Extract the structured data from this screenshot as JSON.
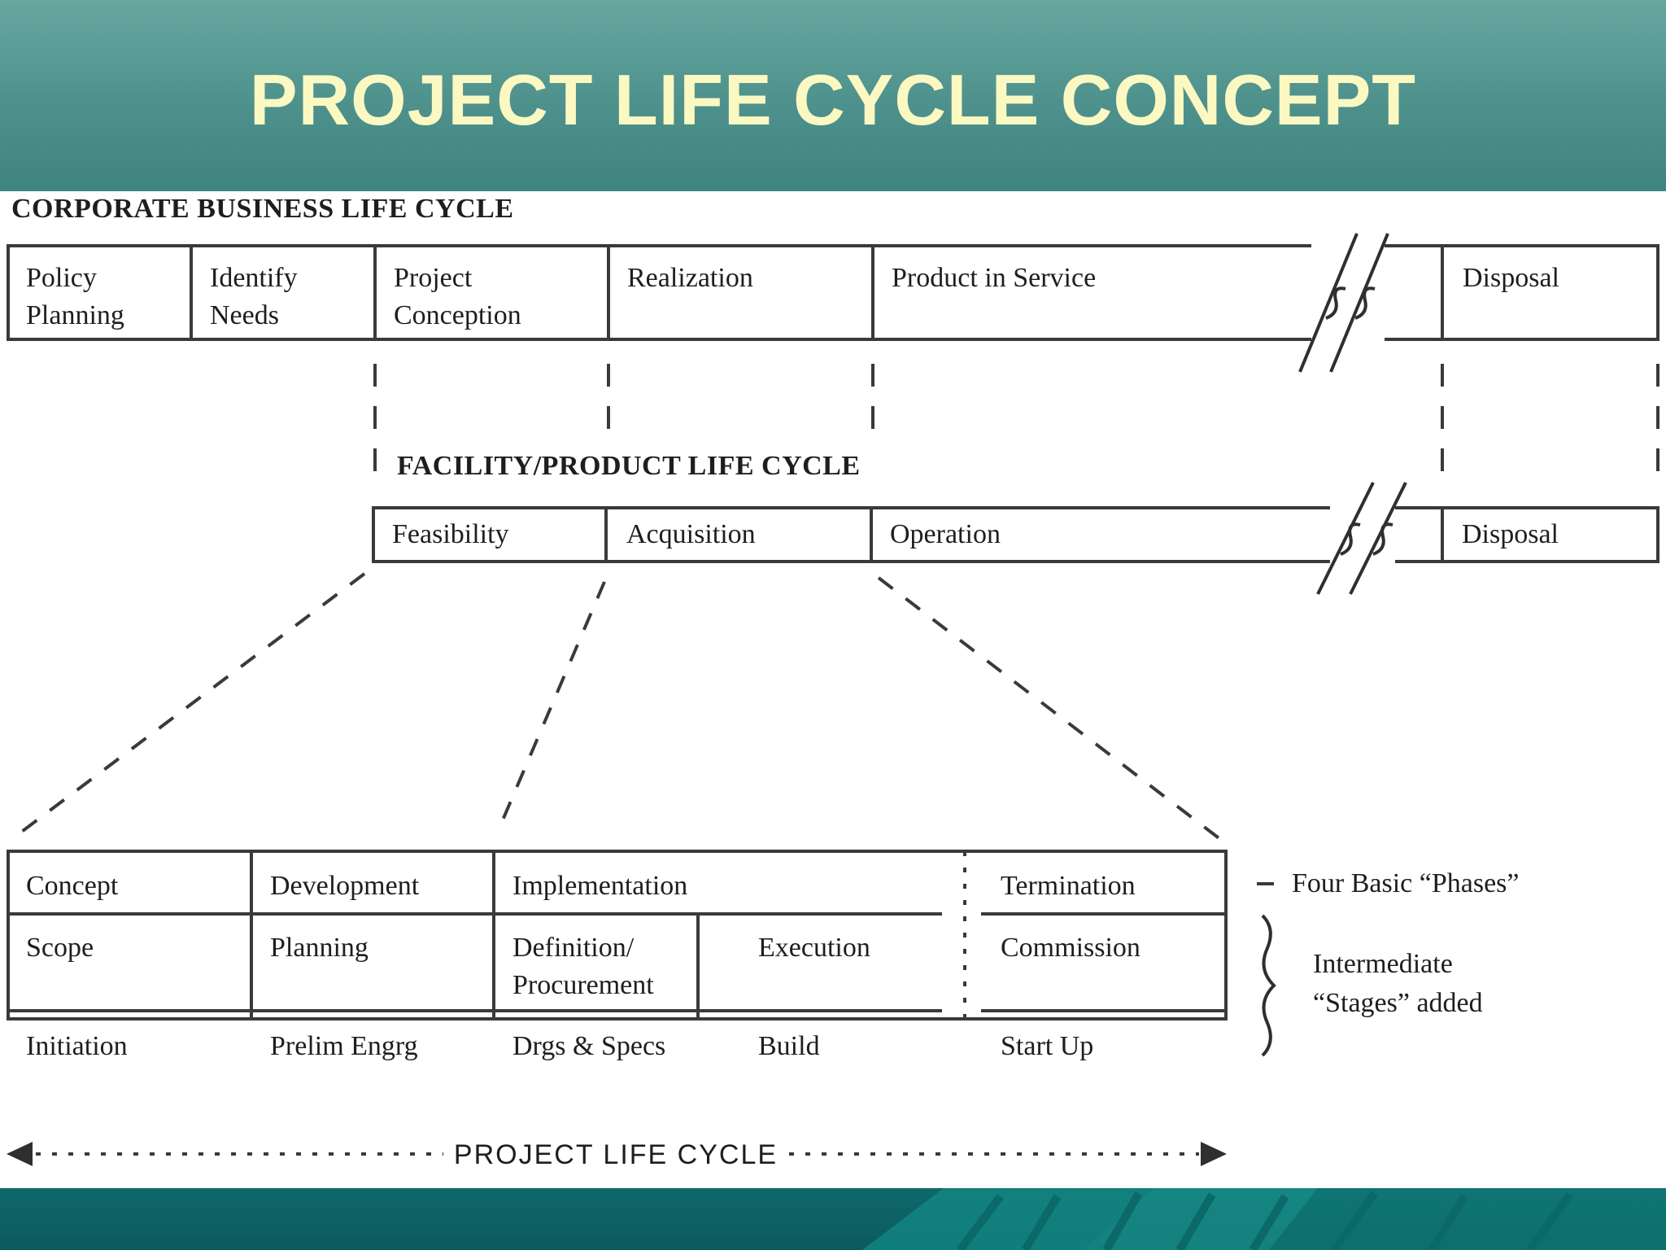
{
  "title": "PROJECT LIFE CYCLE CONCEPT",
  "corporate": {
    "heading": "CORPORATE BUSINESS LIFE CYCLE",
    "cells": [
      [
        "Policy",
        "Planning"
      ],
      [
        "Identify",
        "Needs"
      ],
      [
        "Project",
        "Conception"
      ],
      [
        "Realization"
      ],
      [
        "Product in Service"
      ],
      [
        "Disposal"
      ]
    ]
  },
  "facility": {
    "heading": "FACILITY/PRODUCT LIFE CYCLE",
    "cells": [
      "Feasibility",
      "Acquisition",
      "Operation",
      "Disposal"
    ]
  },
  "project": {
    "phases": [
      "Concept",
      "Development",
      "Implementation",
      "Termination"
    ],
    "stages": [
      [
        "Scope"
      ],
      [
        "Planning"
      ],
      [
        "Definition/",
        "Procurement"
      ],
      [
        "Execution"
      ],
      [
        "Commission"
      ]
    ],
    "substages": [
      "Initiation",
      "Prelim Engrg",
      "Drgs & Specs",
      "Build",
      "Start Up"
    ]
  },
  "annotations": {
    "phases": "Four Basic “Phases”",
    "stages": [
      "Intermediate",
      "“Stages” added"
    ]
  },
  "bottom_label": "PROJECT LIFE CYCLE",
  "colors": {
    "banner": "#5a9f99",
    "title": "#fbf8c2",
    "footer": "#0b5f62",
    "ink": "#1e1e1e"
  }
}
